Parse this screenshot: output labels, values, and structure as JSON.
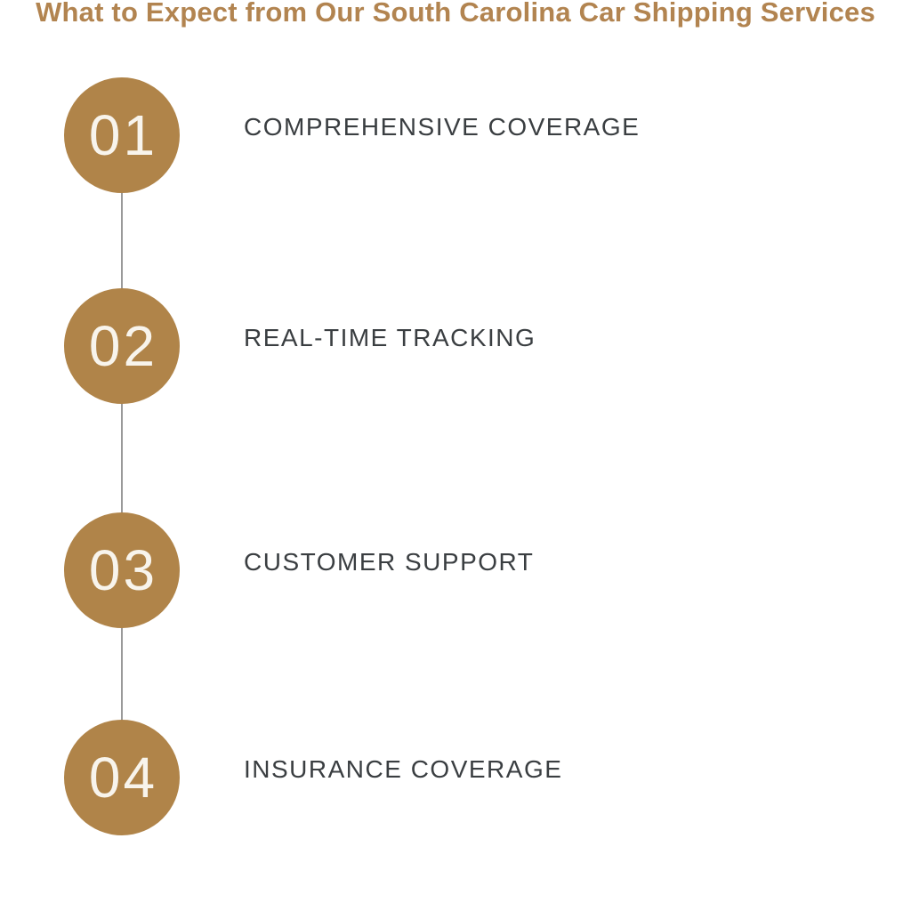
{
  "header": {
    "title": "What to Expect from Our South Carolina Car Shipping Services"
  },
  "colors": {
    "title": "#b28450",
    "circle": "#b08449",
    "circle_number": "#f8f4ec",
    "label": "#3a3e41",
    "connector": "#9a9a9a"
  },
  "steps": [
    {
      "number": "01",
      "label": "COMPREHENSIVE COVERAGE"
    },
    {
      "number": "02",
      "label": "REAL-TIME TRACKING"
    },
    {
      "number": "03",
      "label": "CUSTOMER SUPPORT"
    },
    {
      "number": "04",
      "label": "INSURANCE COVERAGE"
    }
  ]
}
